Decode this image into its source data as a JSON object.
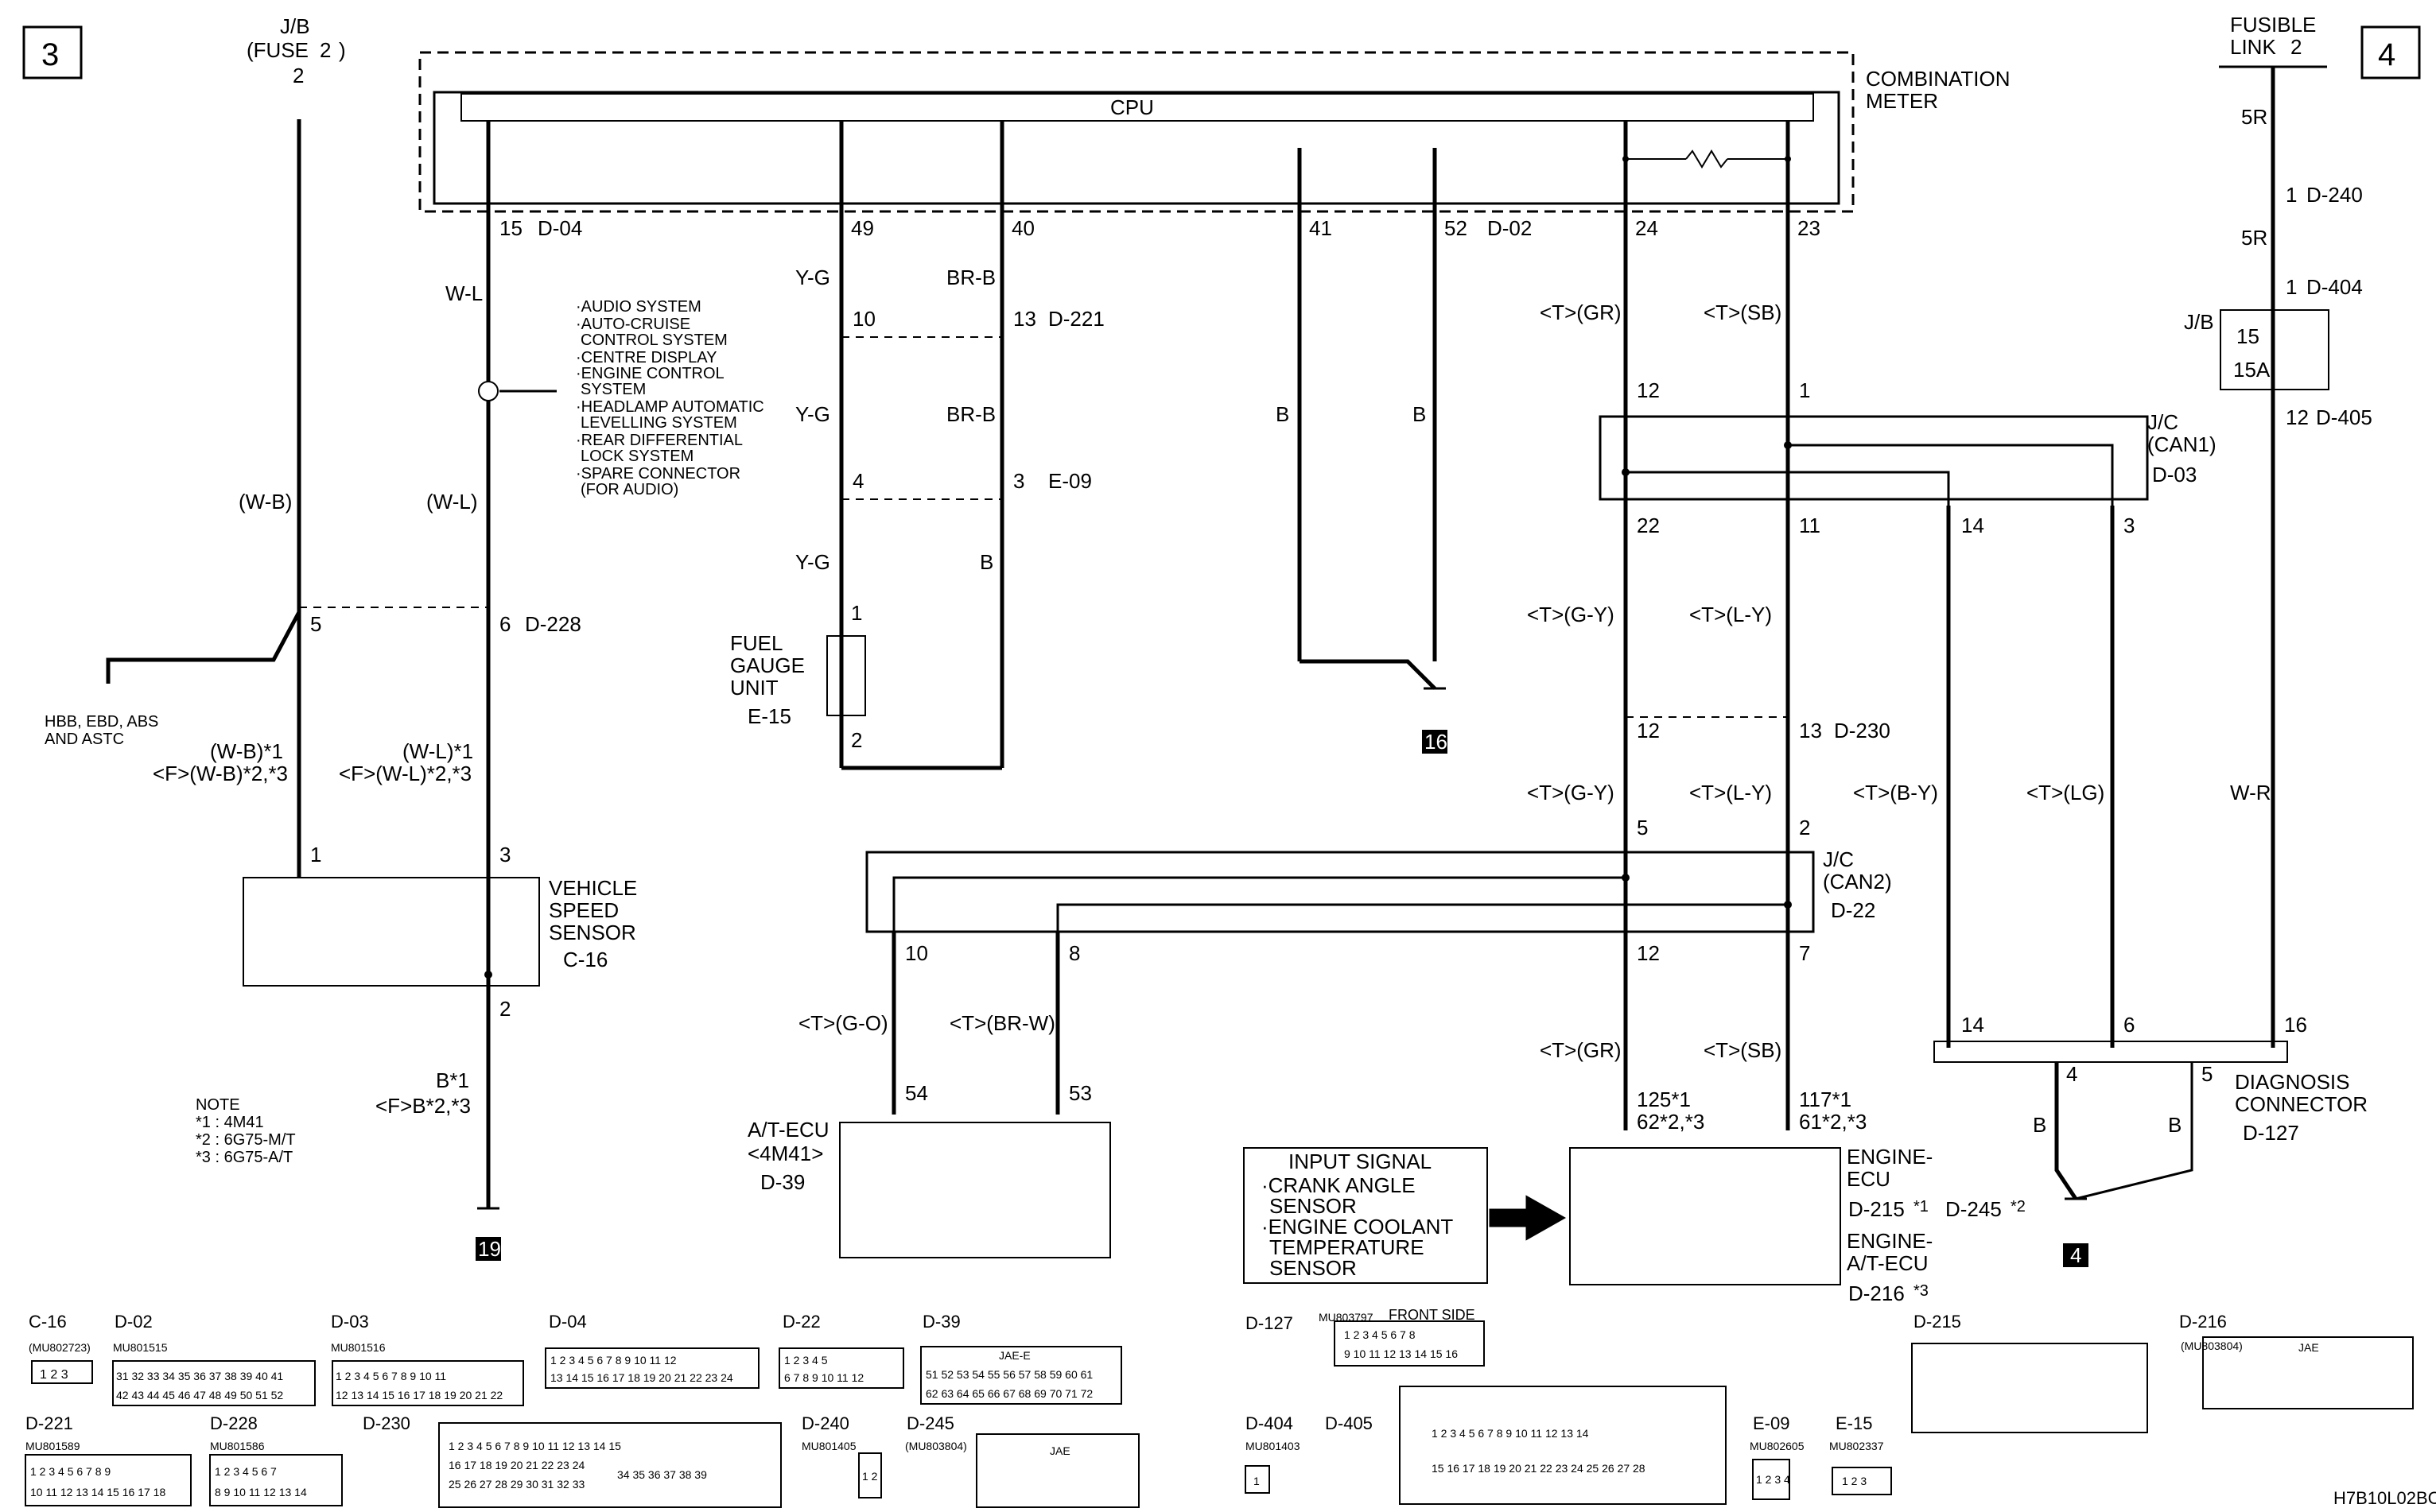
{
  "page": {
    "section_left": "3",
    "section_right": "4",
    "footer_code": "H7B10L02BC"
  },
  "top_labels": {
    "jb_fuse": "J/B",
    "jb_fuse2": "(FUSE",
    "jb_fuse_num": "2",
    "jb_fuse_close": ")",
    "fuse_box_num": "2",
    "fusible_link": "FUSIBLE",
    "fusible_link2": "LINK",
    "fusible_num": "2"
  },
  "combination_meter": {
    "label1": "COMBINATION",
    "label2": "METER",
    "cpu": "CPU",
    "pins": [
      "15",
      "49",
      "40",
      "41",
      "52",
      "24",
      "23"
    ],
    "conn_d04": "D-04",
    "conn_d02": "D-02"
  },
  "wires": {
    "w_l": "W-L",
    "w_b_paren": "(W-B)",
    "w_l_paren": "(W-L)",
    "y_g": "Y-G",
    "br_b": "BR-B",
    "b": "B",
    "w_r": "W-R",
    "r5": "5R",
    "t_gr": "<T>(GR)",
    "t_sb": "<T>(SB)",
    "t_gy": "<T>(G-Y)",
    "t_ly": "<T>(L-Y)",
    "t_by": "<T>(B-Y)",
    "t_lg": "<T>(LG)",
    "t_go": "<T>(G-O)",
    "t_brw": "<T>(BR-W)",
    "wb_star1": "(W-B)*1",
    "wb_star23": "<F>(W-B)*2,*3",
    "wl_star1": "(W-L)*1",
    "wl_star23": "<F>(W-L)*2,*3",
    "b_star1": "B*1",
    "b_star23": "<F>B*2,*3"
  },
  "junction_list": [
    "·AUDIO SYSTEM",
    "·AUTO-CRUISE",
    "CONTROL SYSTEM",
    "·CENTRE DISPLAY",
    "·ENGINE CONTROL",
    "SYSTEM",
    "·HEADLAMP AUTOMATIC",
    "LEVELLING SYSTEM",
    "·REAR DIFFERENTIAL",
    "LOCK SYSTEM",
    "·SPARE CONNECTOR",
    "(FOR AUDIO)"
  ],
  "pin_numbers": {
    "p5": "5",
    "p6": "6",
    "p1": "1",
    "p3": "3",
    "p2": "2",
    "p10": "10",
    "p13": "13",
    "p4": "4",
    "p3b": "3",
    "p1f": "1",
    "p2f": "2",
    "p12a": "12",
    "p1a": "1",
    "p22": "22",
    "p11": "11",
    "p14": "14",
    "p3c": "3",
    "p12b": "12",
    "p13b": "13",
    "p5b": "5",
    "p2b": "2",
    "p10b": "10",
    "p8": "8",
    "p12c": "12",
    "p7": "7",
    "p54": "54",
    "p53": "53",
    "p125": "125*1",
    "p62": "62*2,*3",
    "p117": "117*1",
    "p61": "61*2,*3",
    "p14b": "14",
    "p6b": "6",
    "p16": "16",
    "p4b": "4",
    "p5c": "5",
    "p1r": "1",
    "p1r2": "1",
    "p12r": "12"
  },
  "connectors": {
    "d228": "D-228",
    "d221": "D-221",
    "e09": "E-09",
    "e15": "E-15",
    "d230": "D-230",
    "d03": "D-03",
    "d22": "D-22",
    "d39": "D-39",
    "d215": "D-215",
    "d245": "D-245",
    "d216": "D-216",
    "d127": "D-127",
    "c16": "C-16",
    "d240": "D-240",
    "d404": "D-404",
    "d405": "D-405"
  },
  "components": {
    "hbb": "HBB, EBD, ABS",
    "hbb2": "AND ASTC",
    "vss1": "VEHICLE",
    "vss2": "SPEED",
    "vss3": "SENSOR",
    "fuel1": "FUEL",
    "fuel2": "GAUGE",
    "fuel3": "UNIT",
    "jc_can1": "J/C",
    "jc_can1b": "(CAN1)",
    "jc_can2": "J/C",
    "jc_can2b": "(CAN2)",
    "jb": "J/B",
    "fuse15": "15",
    "fuse15a": "15A",
    "atecu1": "A/T-ECU",
    "atecu2": "<4M41>",
    "engine_ecu1": "ENGINE-",
    "engine_ecu2": "ECU",
    "engine_atecu1": "ENGINE-",
    "engine_atecu2": "A/T-ECU",
    "diag1": "DIAGNOSIS",
    "diag2": "CONNECTOR",
    "star1": "*1",
    "star2": "*2",
    "star3": "*3"
  },
  "grounds": {
    "g19": "19",
    "g16": "16",
    "g4": "4"
  },
  "input_signal": {
    "title": "INPUT SIGNAL",
    "lines": [
      "·CRANK ANGLE",
      "SENSOR",
      "·ENGINE COOLANT",
      "TEMPERATURE",
      "SENSOR"
    ]
  },
  "note": {
    "title": "NOTE",
    "lines": [
      "*1 : 4M41",
      "*2 : 6G75-M/T",
      "*3 : 6G75-A/T"
    ]
  },
  "connector_views": {
    "c16": {
      "tag": "C-16",
      "part": "(MU802723)",
      "pins": "1 2 3"
    },
    "d02": {
      "tag": "D-02",
      "part": "MU801515",
      "row1": "31 32 33 34 35 36 37 38 39 40 41",
      "row2": "42 43 44 45 46 47 48 49 50 51 52"
    },
    "d03": {
      "tag": "D-03",
      "part": "MU801516",
      "row1": "1 2 3 4 5 6 7 8 9 10 11",
      "row2": "12 13 14 15 16 17 18 19 20 21 22"
    },
    "d04": {
      "tag": "D-04",
      "row1": "1 2 3 4 5 6 7 8 9 10 11 12",
      "row2": "13 14 15 16 17 18 19 20 21 22 23 24"
    },
    "d22": {
      "tag": "D-22",
      "row1": "1 2 3 4 5",
      "row2": "6 7 8 9 10 11 12"
    },
    "d39": {
      "tag": "D-39",
      "head": "JAE-E",
      "row1": "51 52 53 54 55 56 57 58 59 60 61",
      "row2": "62 63 64 65 66 67 68 69 70 71 72"
    },
    "d127": {
      "tag": "D-127",
      "part": "MU803797",
      "front": "FRONT SIDE",
      "row1": "1 2 3 4 5 6 7 8",
      "row2": "9 10 11 12 13 14 15 16"
    },
    "d215": {
      "tag": "D-215"
    },
    "d216": {
      "tag": "D-216",
      "part": "(MU803804)",
      "head": "JAE"
    },
    "d221": {
      "tag": "D-221",
      "part": "MU801589",
      "row1": "1 2 3 4 5 6 7 8 9",
      "row2": "10 11 12 13 14 15 16 17 18"
    },
    "d228": {
      "tag": "D-228",
      "part": "MU801586",
      "row1": "1 2 3 4 5 6 7",
      "row2": "8 9 10 11 12 13 14"
    },
    "d230": {
      "tag": "D-230",
      "row1": "1 2 3 4 5 6 7 8 9 10 11 12 13 14 15",
      "row2": "16 17 18 19 20 21 22 23 24",
      "row3": "25 26 27 28 29 30 31 32 33",
      "mid": "34 35 36 37 38 39"
    },
    "d240": {
      "tag": "D-240",
      "part": "MU801405",
      "pins": "1 2"
    },
    "d245": {
      "tag": "D-245",
      "part": "(MU803804)",
      "head": "JAE"
    },
    "d404": {
      "tag": "D-404",
      "part": "MU801403",
      "pins": "1"
    },
    "d405": {
      "tag": "D-405",
      "row1": "1 2 3 4 5 6 7 8 9 10 11 12 13 14",
      "row2": "15 16 17 18 19 20 21 22 23 24 25 26 27 28"
    },
    "e09": {
      "tag": "E-09",
      "part": "MU802605",
      "pins": "1 2 3 4"
    },
    "e15": {
      "tag": "E-15",
      "part": "MU802337",
      "pins": "1 2 3"
    }
  }
}
